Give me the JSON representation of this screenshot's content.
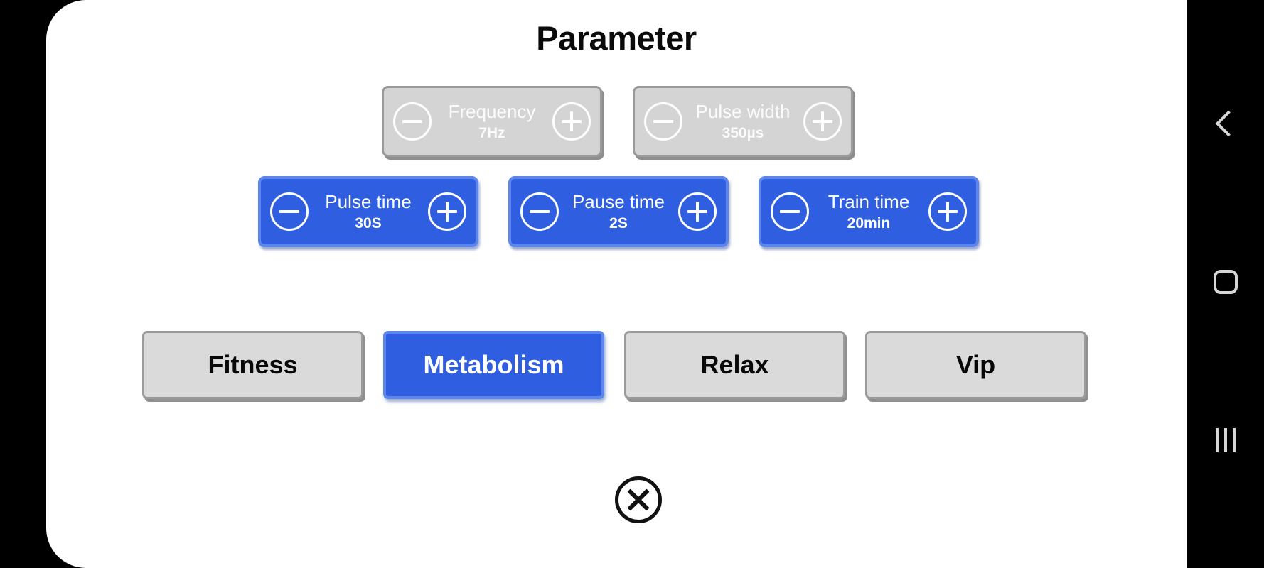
{
  "screen": {
    "title": "Parameter",
    "accent_blue": "#2f5fe0",
    "accent_blue_border": "#5c86ea",
    "disabled_gray": "#d4d4d4",
    "disabled_gray_border": "#9a9a9a",
    "panel_background": "#ffffff",
    "bezel_color": "#000000"
  },
  "steppers": {
    "row_top": [
      {
        "name": "Frequency",
        "value": "7Hz",
        "state": "disabled",
        "decrement_icon": "minus-circle-icon",
        "increment_icon": "plus-circle-icon"
      },
      {
        "name": "Pulse width",
        "value": "350µs",
        "state": "disabled",
        "decrement_icon": "minus-circle-icon",
        "increment_icon": "plus-circle-icon"
      }
    ],
    "row_main": [
      {
        "name": "Pulse time",
        "value": "30S",
        "state": "active",
        "decrement_icon": "minus-circle-icon",
        "increment_icon": "plus-circle-icon"
      },
      {
        "name": "Pause time",
        "value": "2S",
        "state": "active",
        "decrement_icon": "minus-circle-icon",
        "increment_icon": "plus-circle-icon"
      },
      {
        "name": "Train time",
        "value": "20min",
        "state": "active",
        "decrement_icon": "minus-circle-icon",
        "increment_icon": "plus-circle-icon"
      }
    ]
  },
  "modes": [
    {
      "label": "Fitness",
      "selected": false
    },
    {
      "label": "Metabolism",
      "selected": true
    },
    {
      "label": "Relax",
      "selected": false
    },
    {
      "label": "Vip",
      "selected": false
    }
  ],
  "close": {
    "icon": "close-circle-icon"
  },
  "navbar": {
    "items": [
      {
        "icon": "back-chevron-icon"
      },
      {
        "icon": "home-square-icon"
      },
      {
        "icon": "recents-bars-icon"
      }
    ]
  }
}
